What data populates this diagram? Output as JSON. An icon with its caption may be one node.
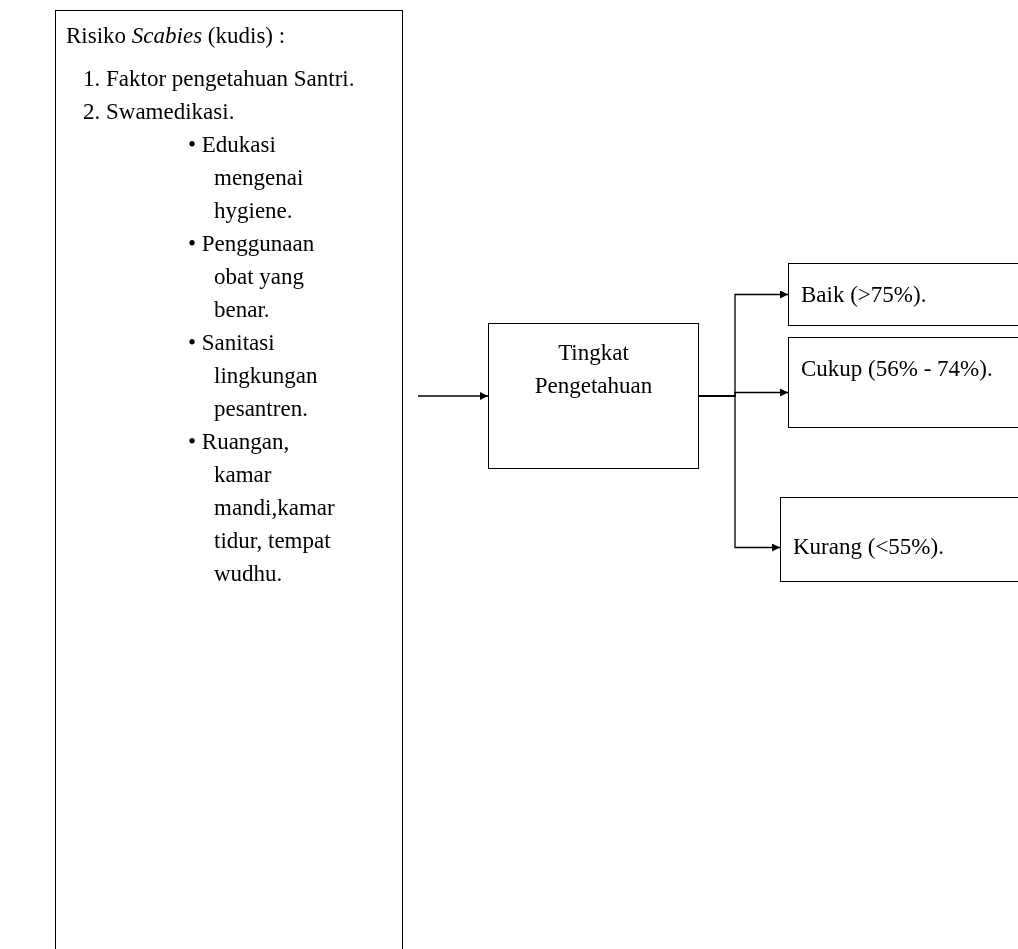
{
  "diagram": {
    "nodes": [
      {
        "text": [
          "Risiko *Scabies* (kudis) :",
          "1. Faktor pengetahuan Santri.",
          "2. Swamedikasi.",
          "• Edukasi mengenai hygiene.",
          "• Penggunaan obat yang benar.",
          "• Sanitasi lingkungan pesantren.",
          "• Ruangan, kamar mandi,kamar tidur, tempat wudhu."
        ]
      },
      {
        "text": [
          "Tingkat Pengetahuan"
        ]
      },
      {
        "text": [
          "Baik (>75%)."
        ]
      },
      {
        "text": [
          "Cukup (56% - 74%)."
        ]
      },
      {
        "text": [
          "Kurang (<55%)."
        ]
      }
    ],
    "edges": [
      {
        "from": null,
        "to": 1,
        "arrow": "to"
      },
      {
        "from": 1,
        "to": 2,
        "arrow": "to"
      },
      {
        "from": 1,
        "to": 3,
        "arrow": "to"
      },
      {
        "from": 1,
        "to": 4,
        "arrow": "to"
      }
    ]
  }
}
